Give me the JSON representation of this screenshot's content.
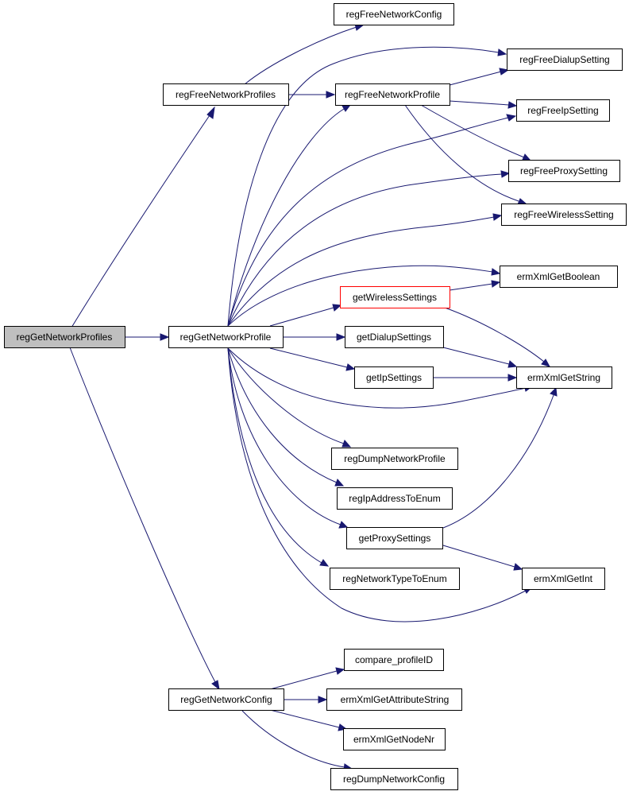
{
  "colors": {
    "edge": "#191970",
    "root_fill": "#bfbfbf",
    "highlight_border": "#ff0000",
    "node_border": "#000000",
    "background": "#ffffff"
  },
  "nodes": {
    "regGetNetworkProfiles": "regGetNetworkProfiles",
    "regFreeNetworkProfiles": "regFreeNetworkProfiles",
    "regFreeNetworkConfig": "regFreeNetworkConfig",
    "regFreeNetworkProfile": "regFreeNetworkProfile",
    "regFreeDialupSetting": "regFreeDialupSetting",
    "regFreeIpSetting": "regFreeIpSetting",
    "regFreeProxySetting": "regFreeProxySetting",
    "regFreeWirelessSetting": "regFreeWirelessSetting",
    "ermXmlGetBoolean": "ermXmlGetBoolean",
    "getWirelessSettings": "getWirelessSettings",
    "regGetNetworkProfile": "regGetNetworkProfile",
    "getDialupSettings": "getDialupSettings",
    "getIpSettings": "getIpSettings",
    "ermXmlGetString": "ermXmlGetString",
    "regDumpNetworkProfile": "regDumpNetworkProfile",
    "regIpAddressToEnum": "regIpAddressToEnum",
    "getProxySettings": "getProxySettings",
    "regNetworkTypeToEnum": "regNetworkTypeToEnum",
    "ermXmlGetInt": "ermXmlGetInt",
    "compare_profileID": "compare_profileID",
    "regGetNetworkConfig": "regGetNetworkConfig",
    "ermXmlGetAttributeString": "ermXmlGetAttributeString",
    "ermXmlGetNodeNr": "ermXmlGetNodeNr",
    "regDumpNetworkConfig": "regDumpNetworkConfig"
  }
}
